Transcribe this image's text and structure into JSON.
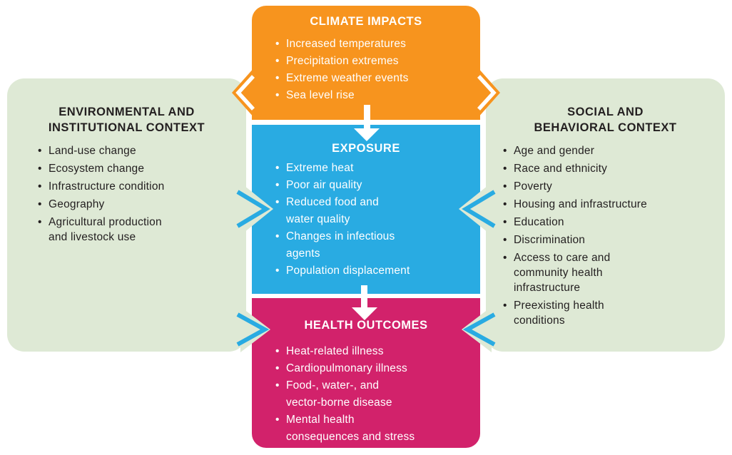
{
  "colors": {
    "orange": "#F7941E",
    "blue": "#29ABE2",
    "pink": "#D2226B",
    "green": "#DEE9D5",
    "dark": "#231F20",
    "white": "#FFFFFF"
  },
  "boxes": {
    "climate": {
      "title": "CLIMATE IMPACTS",
      "items": [
        "Increased temperatures",
        "Precipitation extremes",
        "Extreme weather events",
        "Sea level rise"
      ]
    },
    "exposure": {
      "title": "EXPOSURE",
      "items": [
        "Extreme heat",
        "Poor air quality",
        "Reduced food and\nwater quality",
        "Changes in infectious\nagents",
        "Population displacement"
      ]
    },
    "outcomes": {
      "title": "HEALTH OUTCOMES",
      "items": [
        "Heat-related illness",
        "Cardiopulmonary illness",
        "Food-, water-, and\nvector-borne disease",
        "Mental health\nconsequences and stress"
      ]
    },
    "environmental": {
      "title": "ENVIRONMENTAL AND\nINSTITUTIONAL CONTEXT",
      "items": [
        "Land-use change",
        "Ecosystem change",
        "Infrastructure condition",
        "Geography",
        "Agricultural production\nand livestock use"
      ]
    },
    "social": {
      "title": "SOCIAL AND\nBEHAVIORAL CONTEXT",
      "items": [
        "Age and gender",
        "Race and ethnicity",
        "Poverty",
        "Housing and infrastructure",
        "Education",
        "Discrimination",
        "Access to care and\ncommunity health\ninfrastructure",
        "Preexisting health\nconditions"
      ]
    }
  }
}
